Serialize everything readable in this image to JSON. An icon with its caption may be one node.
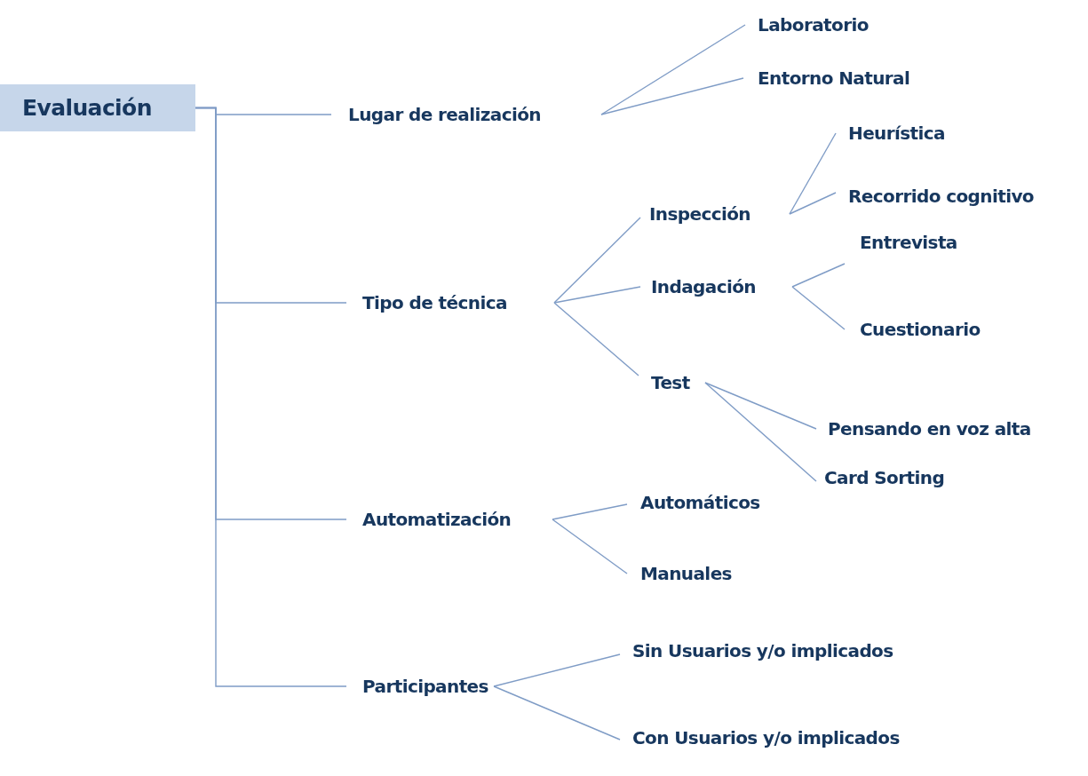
{
  "diagram": {
    "nodes": [
      {
        "text": [
          "Evaluación"
        ]
      },
      {
        "text": [
          "Lugar de realización"
        ]
      },
      {
        "text": [
          "Laboratorio"
        ]
      },
      {
        "text": [
          "Entorno Natural"
        ]
      },
      {
        "text": [
          "Tipo de técnica"
        ]
      },
      {
        "text": [
          "Inspección"
        ]
      },
      {
        "text": [
          "Heurística"
        ]
      },
      {
        "text": [
          "Recorrido cognitivo"
        ]
      },
      {
        "text": [
          "Indagación"
        ]
      },
      {
        "text": [
          "Entrevista"
        ]
      },
      {
        "text": [
          "Cuestionario"
        ]
      },
      {
        "text": [
          "Test"
        ]
      },
      {
        "text": [
          "Pensando en voz alta"
        ]
      },
      {
        "text": [
          "Card Sorting"
        ]
      },
      {
        "text": [
          "Automatización"
        ]
      },
      {
        "text": [
          "Automáticos"
        ]
      },
      {
        "text": [
          "Manuales"
        ]
      },
      {
        "text": [
          "Participantes"
        ]
      },
      {
        "text": [
          "Sin Usuarios y/o implicados"
        ]
      },
      {
        "text": [
          "Con Usuarios y/o implicados"
        ]
      }
    ],
    "edges": [
      {
        "from": 0,
        "to": 1,
        "arrow": "none"
      },
      {
        "from": 0,
        "to": 4,
        "arrow": "none"
      },
      {
        "from": 0,
        "to": 14,
        "arrow": "none"
      },
      {
        "from": 0,
        "to": 17,
        "arrow": "none"
      },
      {
        "from": 1,
        "to": 2,
        "arrow": "none"
      },
      {
        "from": 1,
        "to": 3,
        "arrow": "none"
      },
      {
        "from": 4,
        "to": 5,
        "arrow": "none"
      },
      {
        "from": 4,
        "to": 8,
        "arrow": "none"
      },
      {
        "from": 4,
        "to": 11,
        "arrow": "none"
      },
      {
        "from": 5,
        "to": 6,
        "arrow": "none"
      },
      {
        "from": 5,
        "to": 7,
        "arrow": "none"
      },
      {
        "from": 8,
        "to": 9,
        "arrow": "none"
      },
      {
        "from": 8,
        "to": 10,
        "arrow": "none"
      },
      {
        "from": 11,
        "to": 12,
        "arrow": "none"
      },
      {
        "from": 11,
        "to": 13,
        "arrow": "none"
      },
      {
        "from": 14,
        "to": 15,
        "arrow": "none"
      },
      {
        "from": 14,
        "to": 16,
        "arrow": "none"
      },
      {
        "from": 17,
        "to": 18,
        "arrow": "none"
      },
      {
        "from": 17,
        "to": 19,
        "arrow": "none"
      }
    ]
  }
}
